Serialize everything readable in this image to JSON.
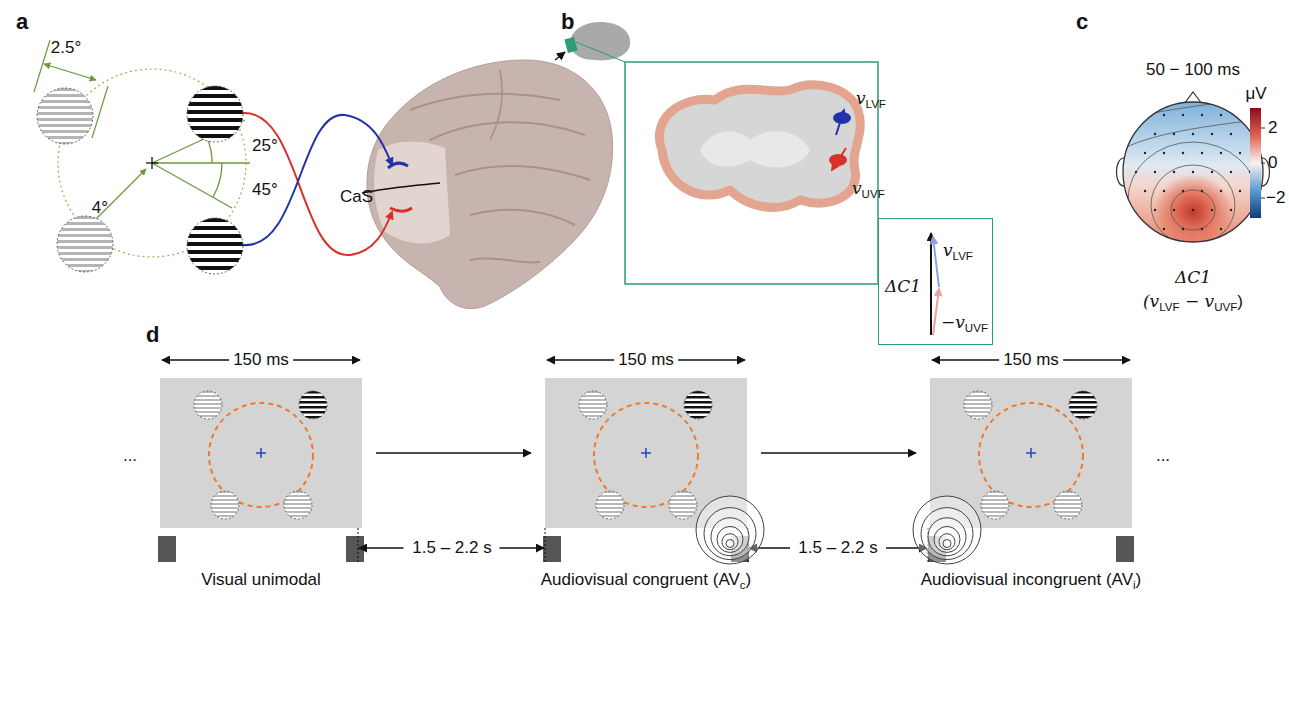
{
  "diagram": {
    "nodes": [
      {
        "text": [
          "ΔC1",
          "v",
          "LVF",
          "−v",
          "UVF"
        ]
      },
      {
        "text": [
          "Visual unimodal"
        ]
      },
      {
        "text": [
          "Audiovisual congruent (AV",
          "c",
          ")"
        ]
      },
      {
        "text": [
          "Audiovisual incongruent (AV",
          "i",
          ")"
        ]
      }
    ],
    "edges": [
      {
        "from": 1,
        "to": 2,
        "arrow": "to"
      },
      {
        "from": 2,
        "to": 3,
        "arrow": "to"
      }
    ],
    "labels": [
      "a",
      "b",
      "c",
      "d",
      "2.5°",
      "4°",
      "25°",
      "45°",
      "CaS",
      "v",
      "LVF",
      "v",
      "UVF",
      "50 − 100 ms",
      "μV",
      "2",
      "0",
      "−2",
      "ΔC1",
      "(v",
      "LVF",
      " − v",
      "UVF",
      ")",
      "150 ms",
      "150 ms",
      "150 ms",
      "1.5 – 2.2 s",
      "1.5 – 2.2 s",
      "...",
      "..."
    ]
  }
}
